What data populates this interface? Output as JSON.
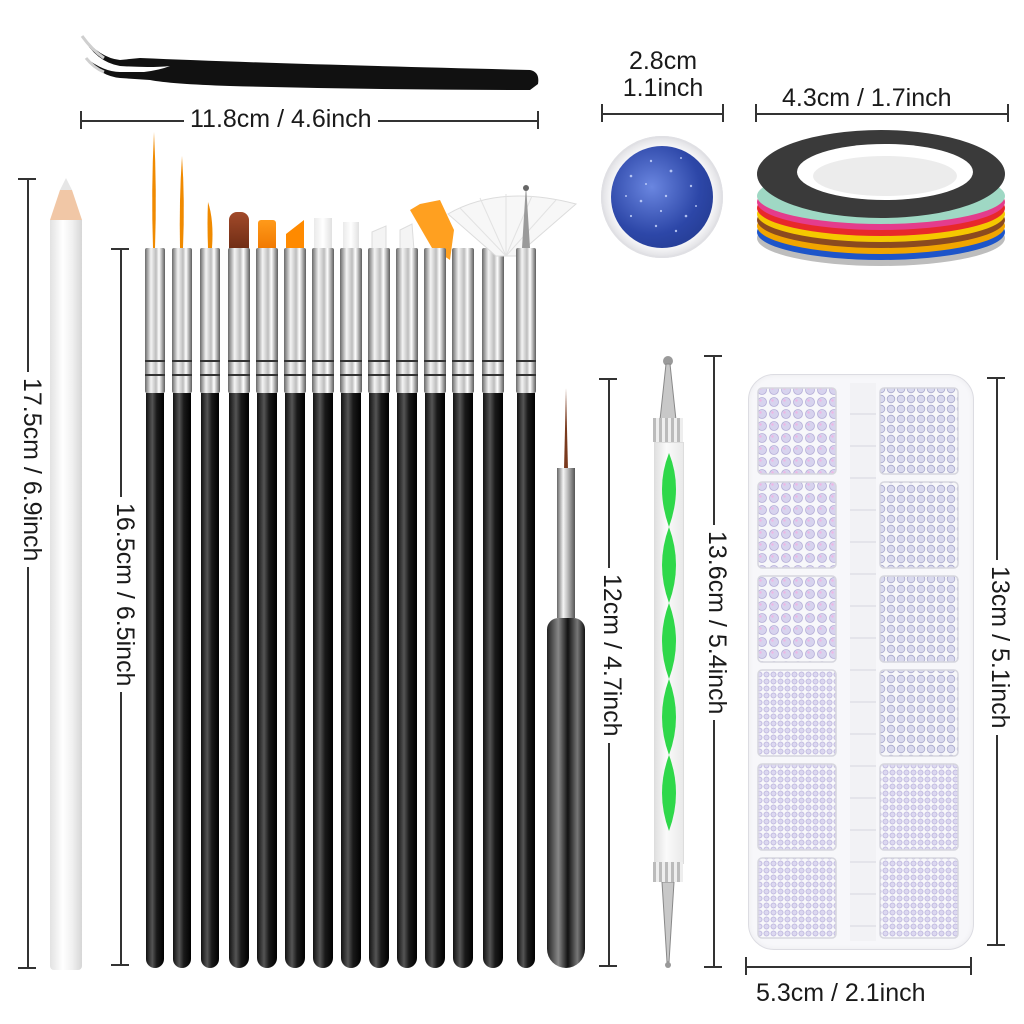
{
  "image": {
    "description": "Nail art tool kit product photo with dimension annotations",
    "background": "#ffffff"
  },
  "items": {
    "tweezers": {
      "label": "11.8cm / 4.6inch",
      "color": "#111111"
    },
    "glitter_jar": {
      "label_line1": "2.8cm",
      "label_line2": "1.1inch",
      "glitter_color": "#2d47a8"
    },
    "striping_tape": {
      "label": "4.3cm / 1.7inch",
      "tape_colors": [
        "#3a3a3a",
        "#9fd8c4",
        "#e43c8c",
        "#e8282a",
        "#f5c800",
        "#8b4a1f",
        "#f1a500",
        "#1d55c9",
        "#c8c8c8"
      ]
    },
    "white_pencil": {
      "label": "17.5cm / 6.9inch"
    },
    "brush_set": {
      "label": "16.5cm / 6.5inch",
      "count": 14,
      "bristle_colors": [
        "#f08a00",
        "#f08a00",
        "#f08a00",
        "#8b3a1e",
        "#ff8a00",
        "#ff8a00",
        "#ffffff",
        "#ffffff",
        "#ffffff",
        "#ffffff",
        "#ff9a10",
        "#ffffff",
        "#ffffff",
        "#aaaaaa"
      ]
    },
    "liner_brush": {
      "label": "12cm / 4.7inch"
    },
    "dotting_tool": {
      "label": "13.6cm / 5.4inch",
      "accent": "#2fd84a"
    },
    "rhinestone_case": {
      "height_label": "13cm / 5.1inch",
      "width_label": "5.3cm / 2.1inch",
      "compartments": 12
    }
  }
}
